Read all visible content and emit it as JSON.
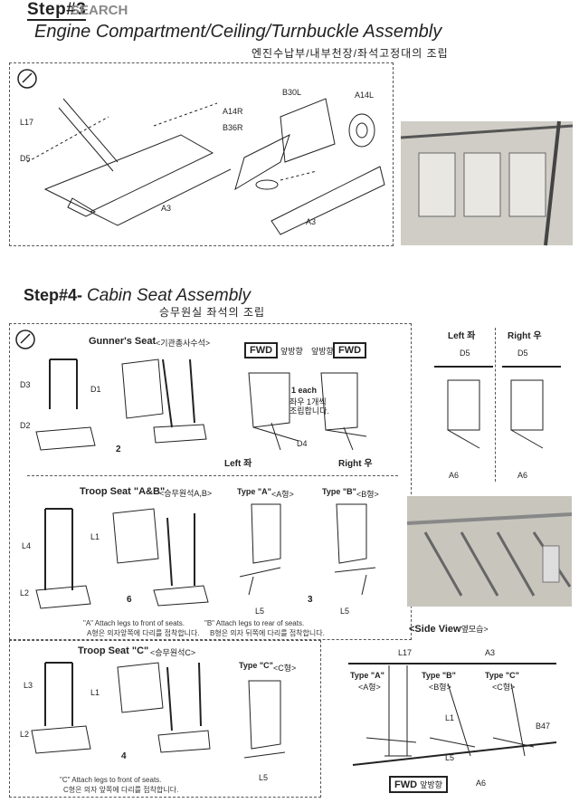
{
  "header": {
    "step3": "Step#3",
    "watermark": "SEARCH",
    "title": "Engine Compartment/Ceiling/Turnbuckle Assembly",
    "korean": "엔진수납부/내부천장/좌석고정대의 조립"
  },
  "step3_parts": {
    "l17": "L17",
    "d5": "D5",
    "a14r": "A14R",
    "b36r": "B36R",
    "b30l": "B30L",
    "a14l": "A14L",
    "a3a": "A3",
    "a3b": "A3"
  },
  "step4": {
    "label": "Step#4-",
    "title": "Cabin Seat Assembly",
    "korean": "승무원실 좌석의 조립"
  },
  "gunner": {
    "title": "Gunner's Seat",
    "korean": "<기관총사수석>",
    "d3": "D3",
    "d1": "D1",
    "d2": "D2",
    "count": "2",
    "fwd_left": "FWD",
    "fwd_left_kor": "앞방향",
    "fwd_right": "FWD",
    "fwd_right_kor": "앞방향",
    "each": "1 each",
    "each_kor1": "좌우 1개씩",
    "each_kor2": "조립합니다.",
    "d4": "D4",
    "left": "Left 좌",
    "right": "Right 우"
  },
  "troop_ab": {
    "title": "Troop Seat \"A&B\"",
    "korean": "<승무원석A,B>",
    "type_a": "Type \"A\"",
    "type_a_kor": "<A형>",
    "type_b": "Type \"B\"",
    "type_b_kor": "<B형>",
    "l4": "L4",
    "l1": "L1",
    "l2": "L2",
    "l5a": "L5",
    "l5b": "L5",
    "count_a": "6",
    "count_b": "3",
    "note_a": "\"A\" Attach legs to front of seats.",
    "note_a_kor": "A형은 의자앞쪽에 다리를 접착합니다.",
    "note_b": "\"B\" Attach legs to rear of seats.",
    "note_b_kor": "B형은 의자 뒤쪽에 다리를 접착합니다."
  },
  "troop_c": {
    "title": "Troop Seat \"C\"",
    "korean": "<승무원석C>",
    "type_c": "Type \"C\"",
    "type_c_kor": "<C형>",
    "l3": "L3",
    "l1": "L1",
    "l2": "L2",
    "l5": "L5",
    "count": "4",
    "note": "\"C\" Attach legs to front of seats.",
    "note_kor": "C형은 의자 앞쪽에 다리를 접착합니다."
  },
  "side_seats": {
    "left": "Left 좌",
    "right": "Right 우",
    "d5a": "D5",
    "d5b": "D5",
    "a6a": "A6",
    "a6b": "A6"
  },
  "side_view": {
    "title": "<Side View",
    "title_kor": "옆모습>",
    "l17": "L17",
    "a3": "A3",
    "type_a": "Type \"A\"",
    "type_a_kor": "<A형>",
    "type_b": "Type \"B\"",
    "type_b_kor": "<B형>",
    "type_c": "Type \"C\"",
    "type_c_kor": "<C형>",
    "l1": "L1",
    "l5": "L5",
    "b47": "B47",
    "fwd": "FWD",
    "fwd_kor": "앞방향",
    "a6": "A6"
  }
}
